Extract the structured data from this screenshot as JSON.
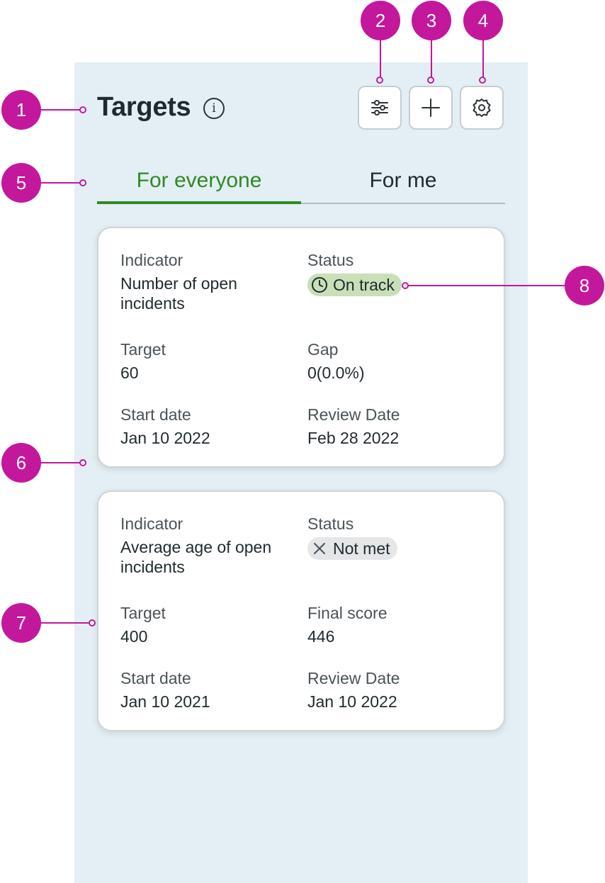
{
  "header": {
    "title": "Targets",
    "info_symbol": "i"
  },
  "toolbar": {
    "filter_icon": "sliders-icon",
    "add_icon": "plus-icon",
    "settings_icon": "gear-icon"
  },
  "tabs": [
    {
      "label": "For everyone",
      "active": true
    },
    {
      "label": "For me",
      "active": false
    }
  ],
  "cards": [
    {
      "indicator_label": "Indicator",
      "indicator_value": "Number of open incidents",
      "status_label": "Status",
      "status_value": "On track",
      "status_icon": "clock-icon",
      "target_label": "Target",
      "target_value": "60",
      "metric_label": "Gap",
      "metric_value": "0(0.0%)",
      "start_label": "Start date",
      "start_value": "Jan 10 2022",
      "review_label": "Review Date",
      "review_value": "Feb 28 2022"
    },
    {
      "indicator_label": "Indicator",
      "indicator_value": "Average age of open incidents",
      "status_label": "Status",
      "status_value": "Not met",
      "status_icon": "x-icon",
      "target_label": "Target",
      "target_value": "400",
      "metric_label": "Final score",
      "metric_value": "446",
      "start_label": "Start date",
      "start_value": "Jan 10 2021",
      "review_label": "Review Date",
      "review_value": "Jan 10 2022"
    }
  ],
  "callouts": [
    "1",
    "2",
    "3",
    "4",
    "5",
    "6",
    "7",
    "8"
  ],
  "colors": {
    "panel_bg": "#e3eff4",
    "accent_green": "#2e8a22",
    "on_track_bg": "#c8dfb8",
    "not_met_bg": "#e4e6e7",
    "callout": "#c3179c"
  }
}
